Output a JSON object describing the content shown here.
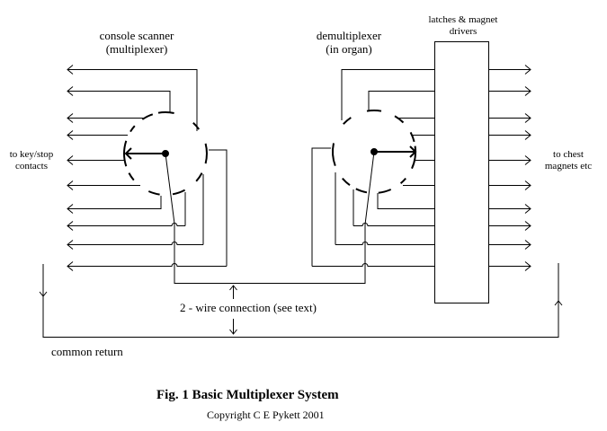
{
  "labels": {
    "scanner_line1": "console scanner",
    "scanner_line2": "(multiplexer)",
    "demux_line1": "demultiplexer",
    "demux_line2": "(in organ)",
    "latches_line1": "latches & magnet",
    "latches_line2": "drivers",
    "key_line1": "to key/stop",
    "key_line2": "contacts",
    "chest_line1": "to chest",
    "chest_line2": "magnets etc",
    "two_wire": "2 - wire connection (see text)",
    "common_return": "common return"
  },
  "caption": {
    "title": "Fig. 1  Basic Multiplexer System",
    "copyright": "Copyright  C E Pykett 2001"
  },
  "diagram": {
    "channel_count": 10,
    "line_color": "#000000",
    "background": "#ffffff"
  }
}
